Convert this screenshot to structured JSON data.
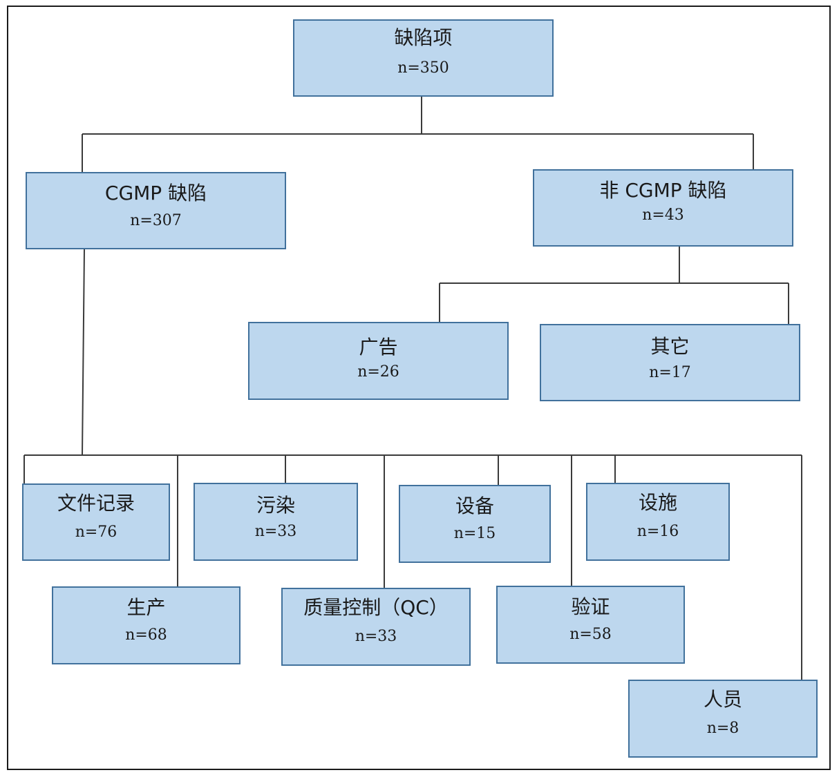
{
  "nodes": {
    "root": {
      "title": "缺陷项",
      "count": "n=350"
    },
    "cgmp": {
      "title": "CGMP 缺陷",
      "count": "n=307"
    },
    "non_cgmp": {
      "title": "非 CGMP 缺陷",
      "count": "n=43"
    },
    "advertising": {
      "title": "广告",
      "count": "n=26"
    },
    "other": {
      "title": "其它",
      "count": "n=17"
    },
    "documentation": {
      "title": "文件记录",
      "count": "n=76"
    },
    "contamination": {
      "title": "污染",
      "count": "n=33"
    },
    "equipment": {
      "title": "设备",
      "count": "n=15"
    },
    "facilities": {
      "title": "设施",
      "count": "n=16"
    },
    "production": {
      "title": "生产",
      "count": "n=68"
    },
    "qc": {
      "title": "质量控制（QC）",
      "count": "n=33"
    },
    "validation": {
      "title": "验证",
      "count": "n=58"
    },
    "personnel": {
      "title": "人员",
      "count": "n=8"
    }
  },
  "colors": {
    "box_fill": "#bdd7ee",
    "box_border": "#41719c",
    "connector": "#3a3a3a"
  }
}
